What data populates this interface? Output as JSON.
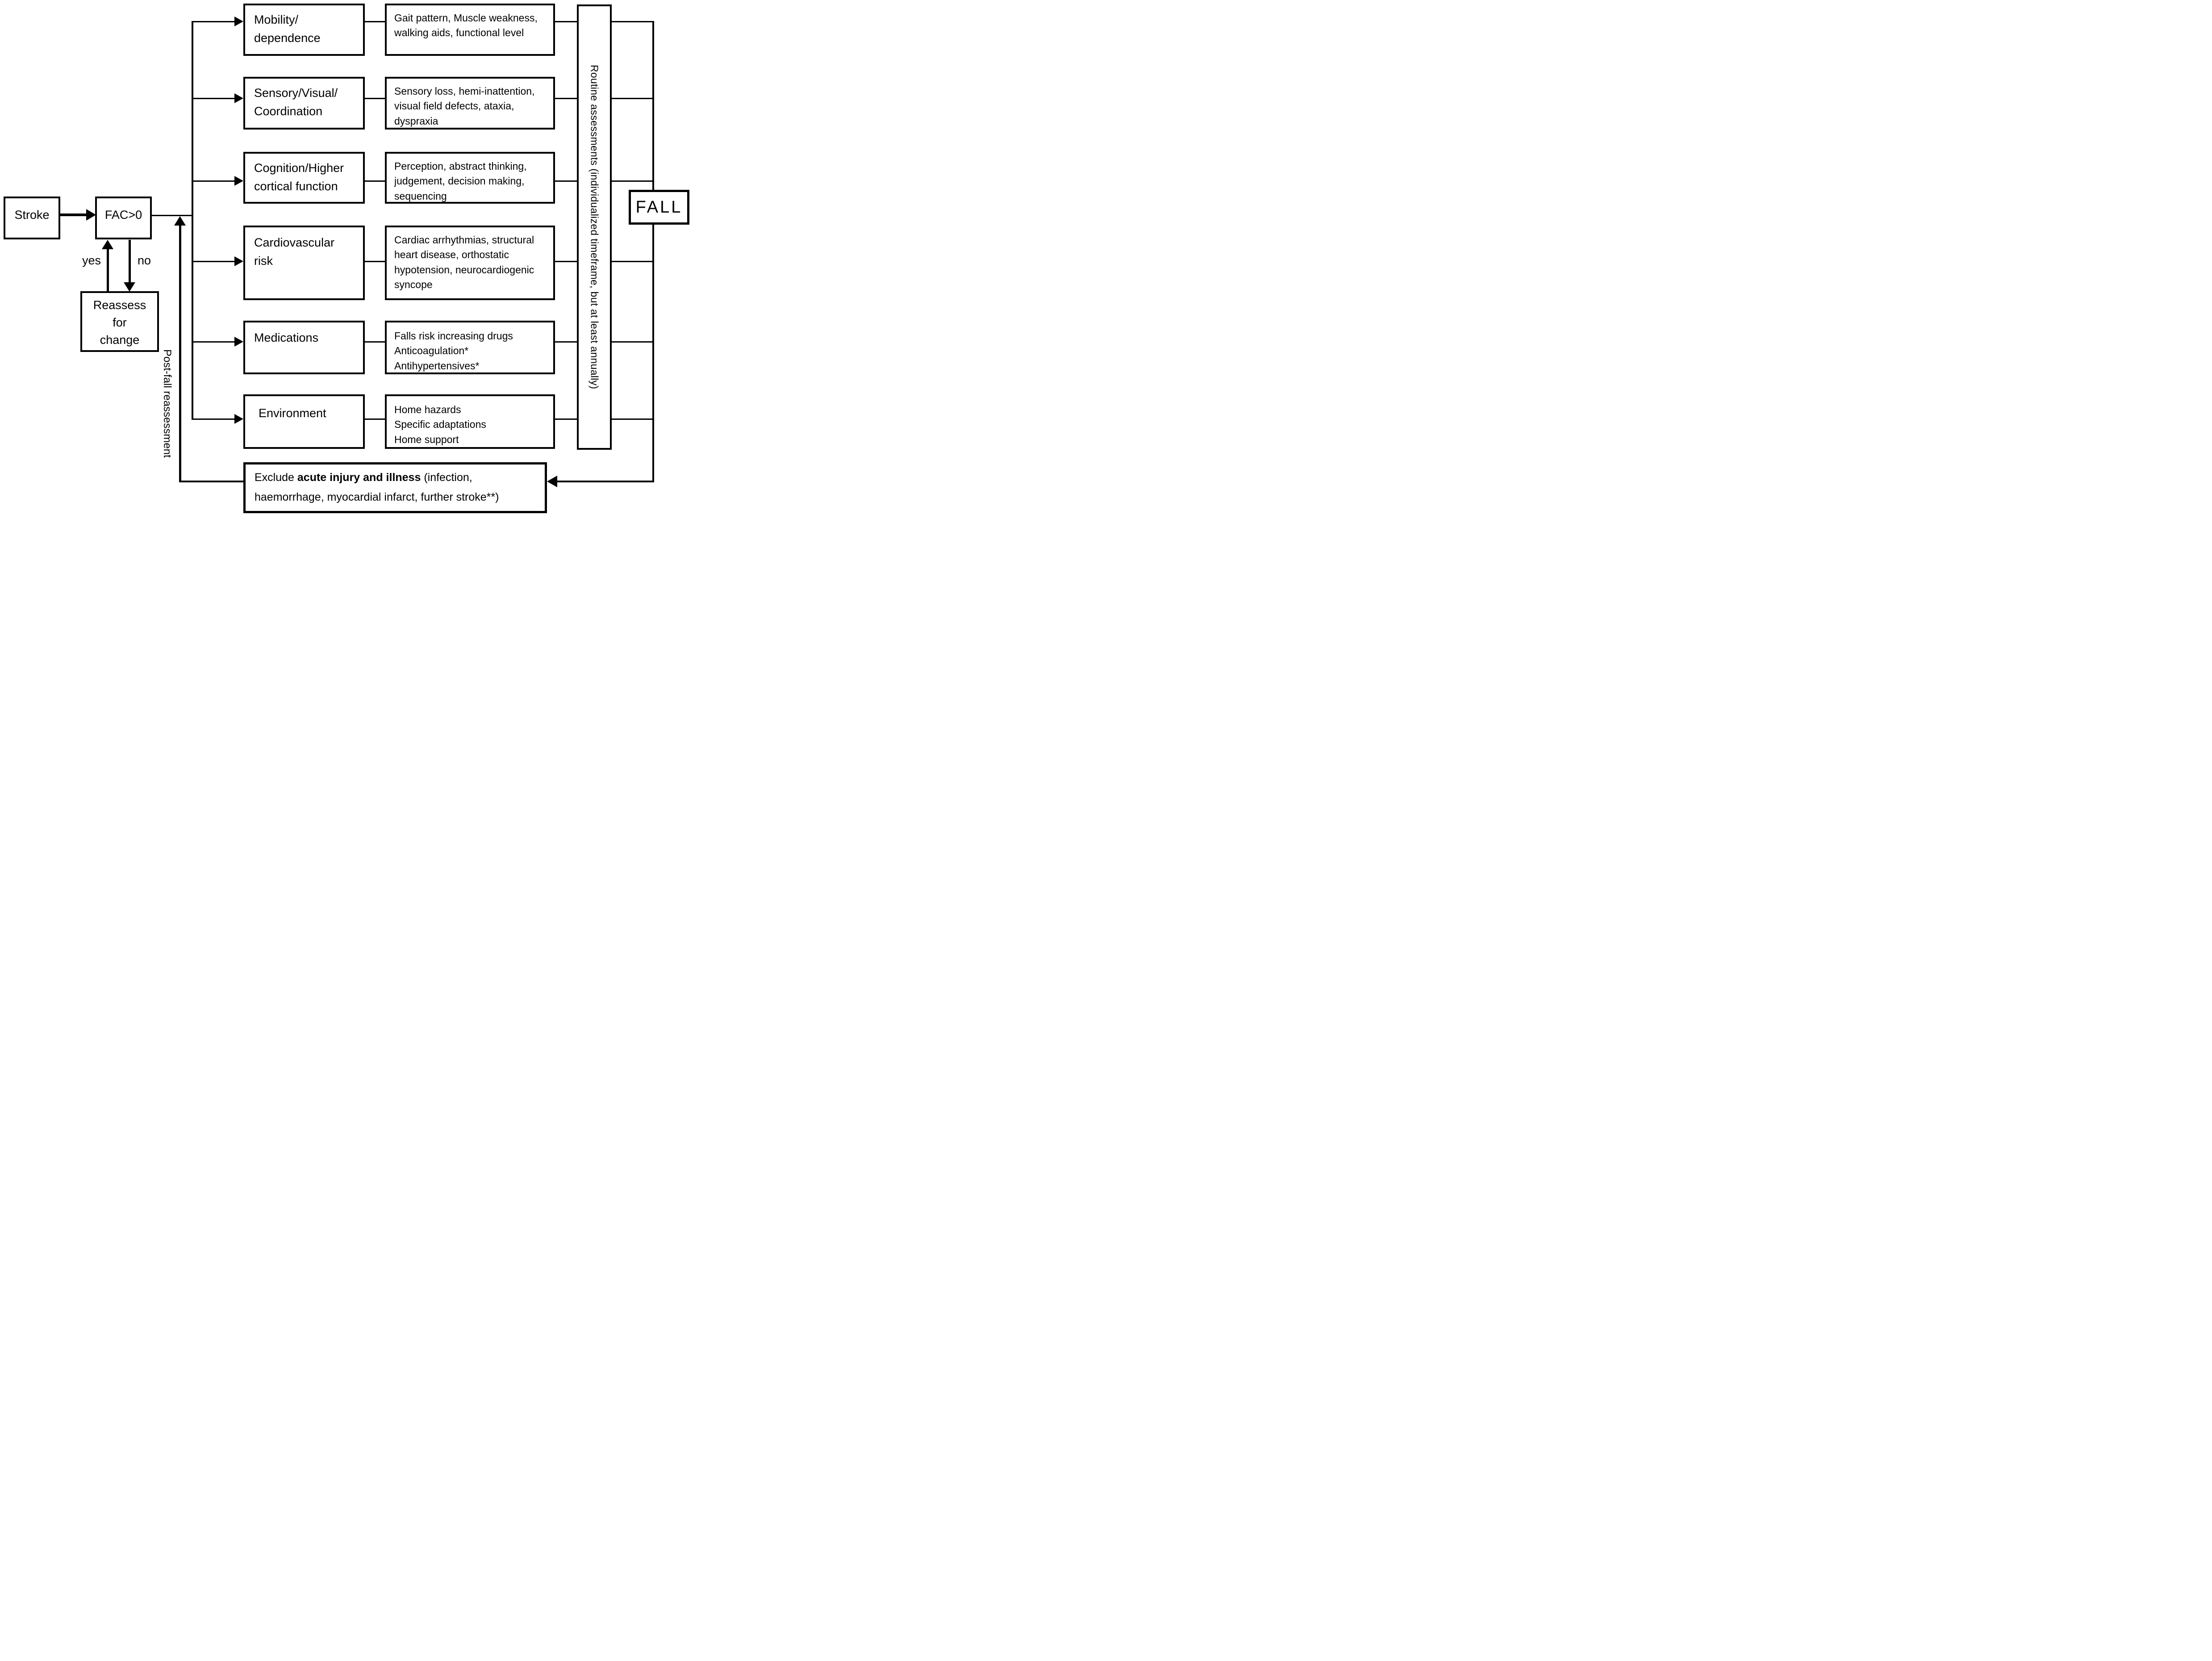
{
  "flow": {
    "stroke_label": "Stroke",
    "fac_label": "FAC>0",
    "yes_label": "yes",
    "no_label": "no",
    "reassess_label": "Reassess\nfor\nchange",
    "postfall_label": "Post-fall reassessment",
    "routine_label": "Routine assessments (individualized timeframe, but at least annually)",
    "fall_label": "FALL",
    "exclude": {
      "pre": "Exclude ",
      "bold": "acute injury and illness",
      "post": " (infection, haemorrhage, myocardial infarct, further stroke**)"
    }
  },
  "rows": [
    {
      "category": "Mobility/\ndependence",
      "detail": "Gait pattern, Muscle weakness,\nwalking aids, functional level"
    },
    {
      "category": "Sensory/Visual/\nCoordination",
      "detail": "Sensory loss, hemi-inattention,\nvisual field defects, ataxia,\ndyspraxia"
    },
    {
      "category": "Cognition/Higher\ncortical function",
      "detail": "Perception, abstract thinking,\njudgement, decision making,\nsequencing"
    },
    {
      "category": "Cardiovascular\nrisk",
      "detail": "Cardiac arrhythmias, structural\nheart disease, orthostatic\nhypotension, neurocardiogenic\nsyncope"
    },
    {
      "category": "Medications",
      "detail": "Falls risk increasing drugs\nAnticoagulation*\nAntihypertensives*"
    },
    {
      "category": "Environment",
      "detail": "Home hazards\nSpecific adaptations\nHome support"
    }
  ],
  "colors": {
    "ink": "#000000",
    "paper": "#ffffff"
  }
}
